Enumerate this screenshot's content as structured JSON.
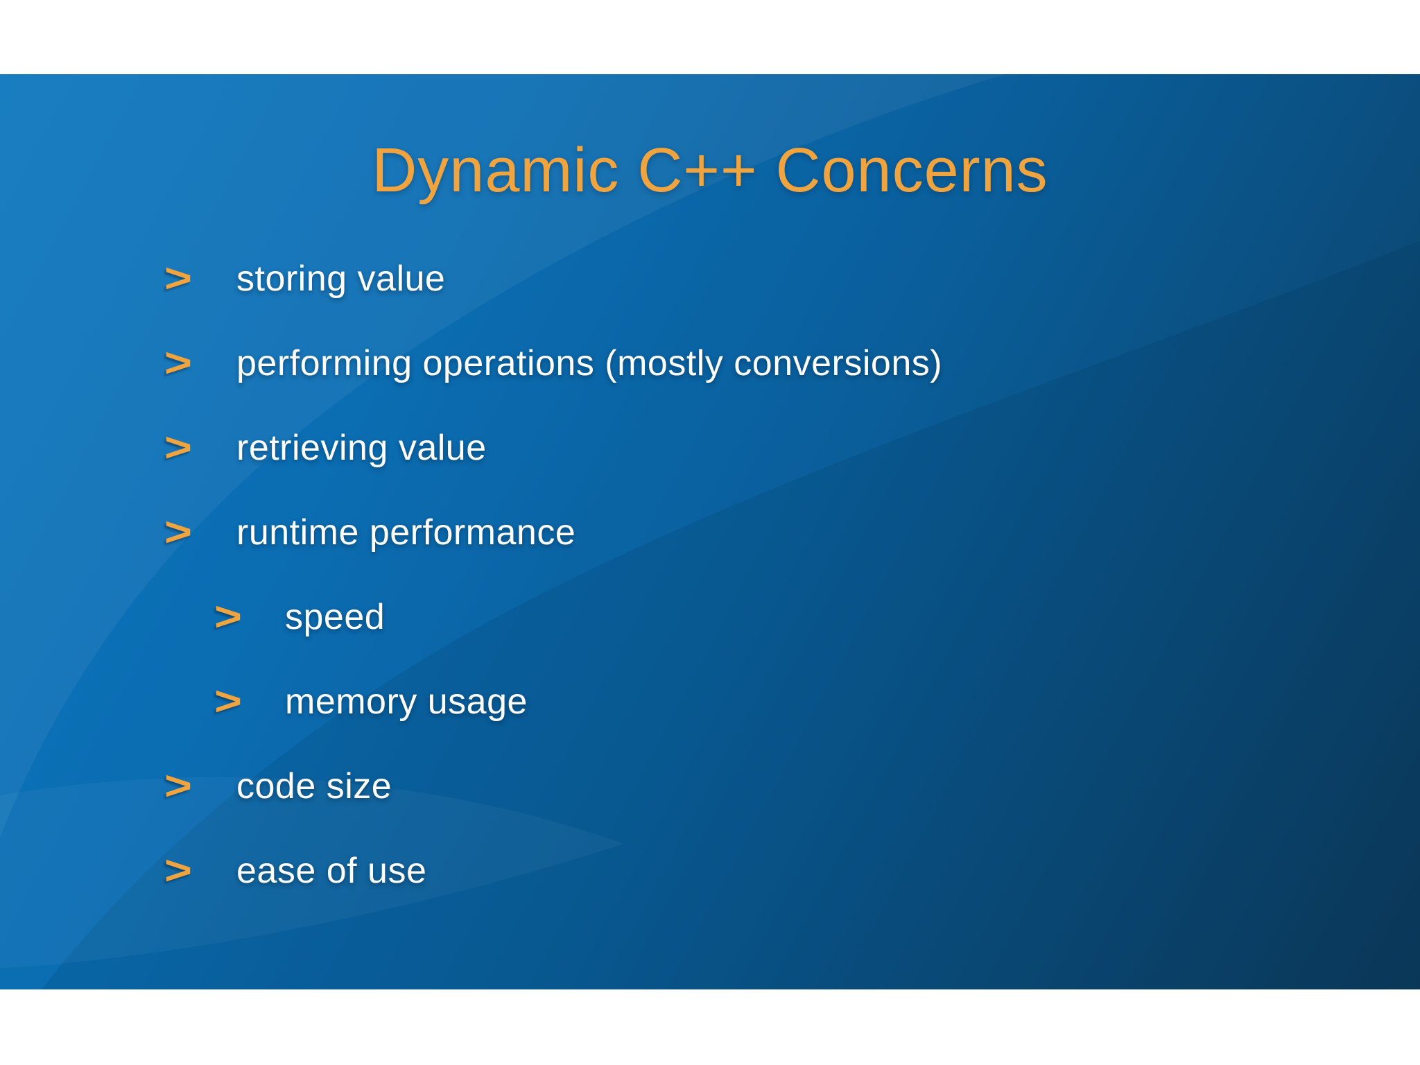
{
  "slide": {
    "title": "Dynamic C++ Concerns",
    "bullet_glyph": ">",
    "bullets": [
      {
        "label": "storing value",
        "level": 1
      },
      {
        "label": "performing operations (mostly conversions)",
        "level": 1
      },
      {
        "label": "retrieving value",
        "level": 1
      },
      {
        "label": "runtime performance",
        "level": 1
      },
      {
        "label": "speed",
        "level": 2
      },
      {
        "label": "memory usage",
        "level": 2
      },
      {
        "label": "code size",
        "level": 1
      },
      {
        "label": "ease of use",
        "level": 1
      }
    ],
    "colors": {
      "accent_orange": "#EFA440",
      "text_white": "#FFFFFF",
      "background_top": "#0C77BE",
      "background_bottom": "#0C3A5C",
      "letterbox_white": "#FFFFFF"
    }
  }
}
